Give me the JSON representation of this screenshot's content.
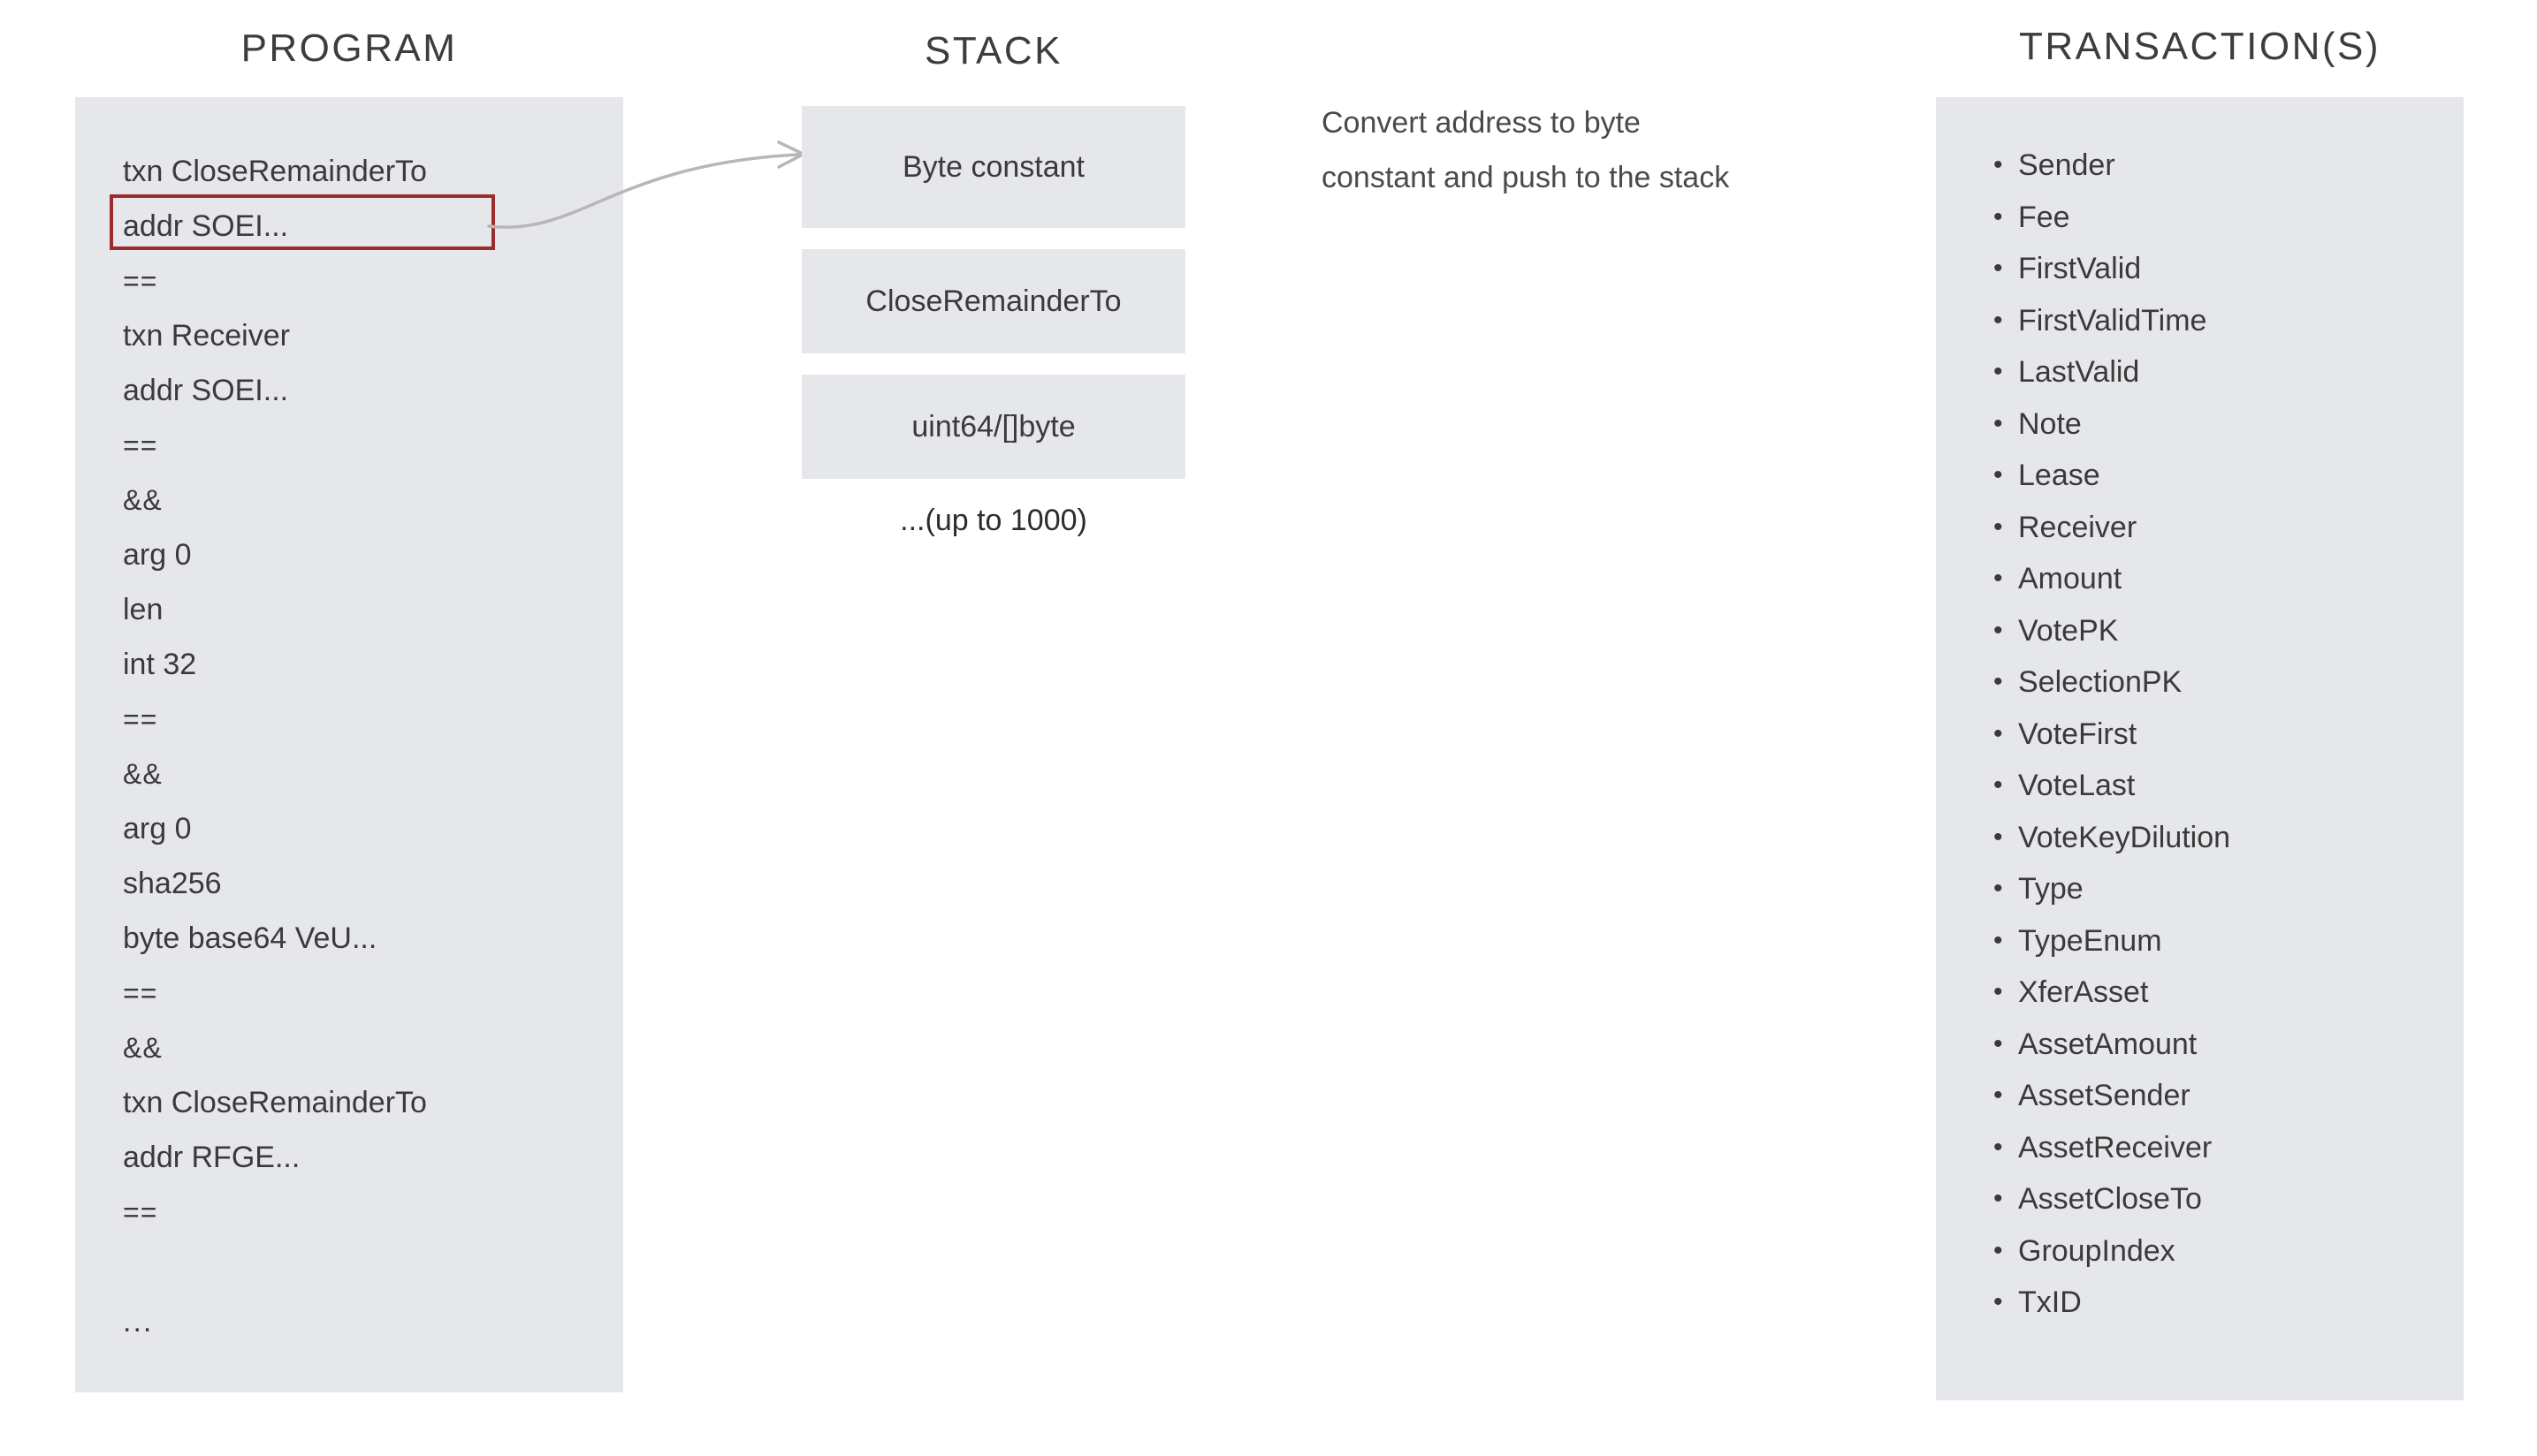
{
  "columns": {
    "program": {
      "heading": "PROGRAM"
    },
    "stack": {
      "heading": "STACK"
    },
    "transactions": {
      "heading": "TRANSACTION(S)"
    }
  },
  "program": {
    "lines": [
      "txn CloseRemainderTo",
      "addr SOEI...",
      "==",
      "txn Receiver",
      "addr SOEI...",
      "==",
      "&&",
      "arg 0",
      "len",
      "int 32",
      "==",
      "&&",
      "arg 0",
      "sha256",
      "byte base64 VeU...",
      "==",
      "&&",
      "txn CloseRemainderTo",
      "addr RFGE...",
      "==",
      "",
      "..."
    ],
    "highlighted_line_index": 1,
    "highlight_color": "#9d2c2f"
  },
  "stack": {
    "items": [
      "Byte constant",
      "CloseRemainderTo",
      "uint64/[]byte"
    ],
    "more_label": "...(up to 1000)"
  },
  "annotation": {
    "line1": "Convert address to byte",
    "line2": "constant and push to the stack"
  },
  "transactions": {
    "bullet": "•",
    "fields": [
      "Sender",
      "Fee",
      "FirstValid",
      "FirstValidTime",
      "LastValid",
      "Note",
      "Lease",
      "Receiver",
      "Amount",
      "VotePK",
      "SelectionPK",
      "VoteFirst",
      "VoteLast",
      "VoteKeyDilution",
      "Type",
      "TypeEnum",
      "XferAsset",
      "AssetAmount",
      "AssetSender",
      "AssetReceiver",
      "AssetCloseTo",
      "GroupIndex",
      "TxID"
    ]
  },
  "colors": {
    "panel_bg": "#e5e7ea",
    "text": "#3a3a3a",
    "highlight": "#9d2c2f",
    "arrow": "#b3b3b3",
    "page_bg": "#ffffff"
  }
}
